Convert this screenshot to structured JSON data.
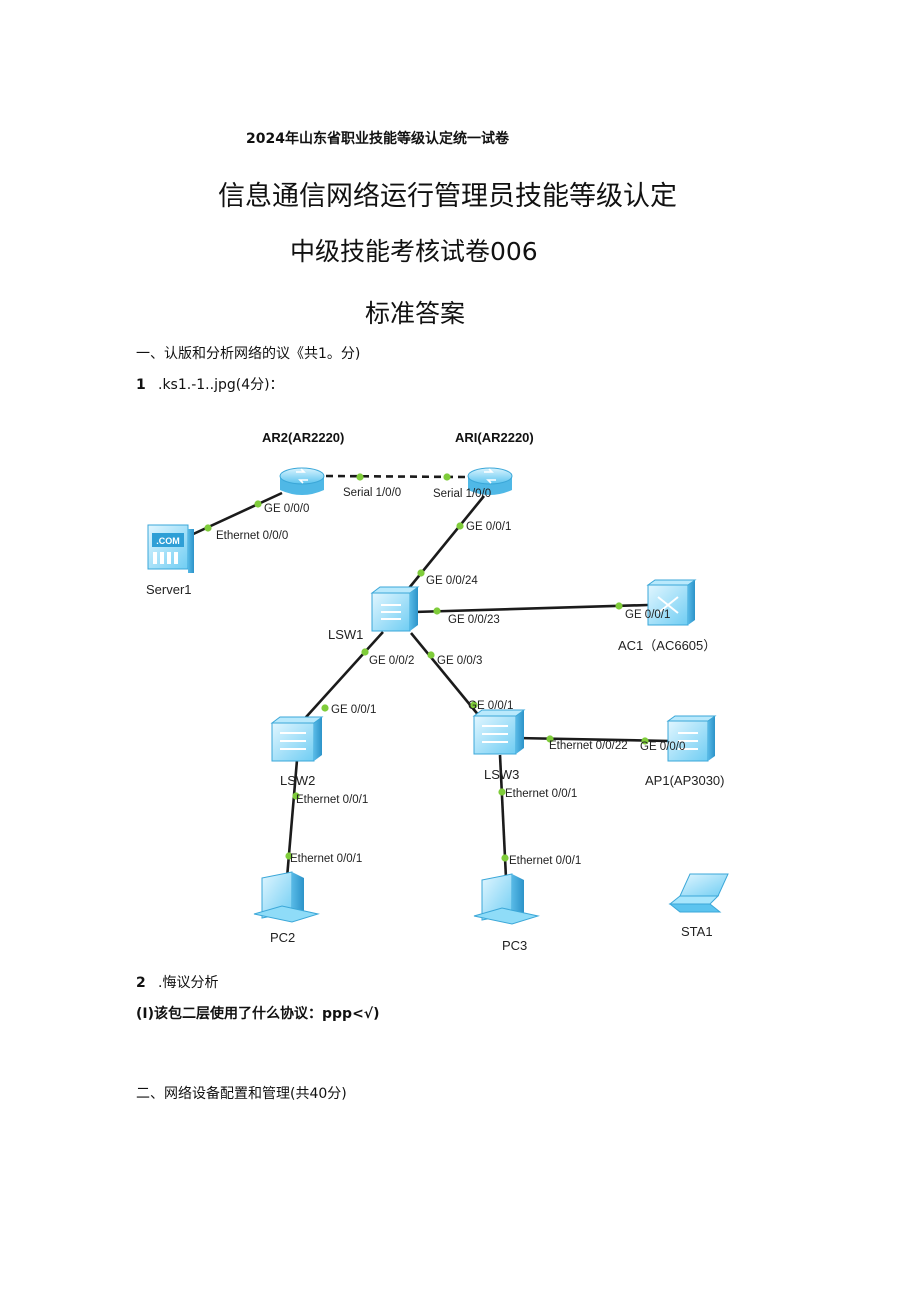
{
  "doc": {
    "header": "2024年山东省职业技能等级认定统一试卷",
    "title_line1": "信息通信网络运行管理员技能等级认定",
    "title_line2": "中级技能考核试卷006",
    "title_line3": "标准答案",
    "section1": "一、认版和分析网络的议《共1。分)",
    "q1_num": "1",
    "q1_text": ".ks1.-1..jpg(4分)：",
    "q2_num": "2",
    "q2_text": ".悔议分析",
    "q2_answer": "(I)该包二层使用了什么协议：ppp<√)",
    "section2": "二、网络设备配置和管理(共40分)"
  },
  "diagram": {
    "devices": {
      "ar2": "AR2(AR2220)",
      "ar1": "ARI(AR2220)",
      "server1": "Server1",
      "lsw1": "LSW1",
      "ac1": "AC1（AC6605）",
      "lsw2": "LSW2",
      "lsw3": "LSW3",
      "ap1": "AP1(AP3030)",
      "pc2": "PC2",
      "pc3": "PC3",
      "sta1": "STA1",
      "server_screen": ".COM"
    },
    "ports": {
      "ar2_serial": "Serial 1/0/0",
      "ar1_serial": "Serial 1/0/0",
      "ar2_ge": "GE 0/0/0",
      "server_eth": "Ethernet 0/0/0",
      "ar1_ge": "GE 0/0/1",
      "lsw1_ge24": "GE 0/0/24",
      "lsw1_ge23": "GE 0/0/23",
      "ac1_ge": "GE 0/0/1",
      "lsw1_ge2": "GE 0/0/2",
      "lsw1_ge3": "GE 0/0/3",
      "lsw2_ge": "GE 0/0/1",
      "lsw3_ge": "GE 0/0/1",
      "lsw3_eth22": "Ethernet 0/0/22",
      "ap1_ge": "GE 0/0/0",
      "lsw2_eth": "Ethernet 0/0/1",
      "pc2_eth": "Ethernet 0/0/1",
      "lsw3_eth": "Ethernet 0/0/1",
      "pc3_eth": "Ethernet 0/0/1"
    },
    "colors": {
      "link": "#1b1b1b",
      "port_dot": "#7fcc3a",
      "device_light": "#cdeffd",
      "device_mid": "#7fd3f5",
      "device_dark": "#3fa9dc"
    }
  }
}
